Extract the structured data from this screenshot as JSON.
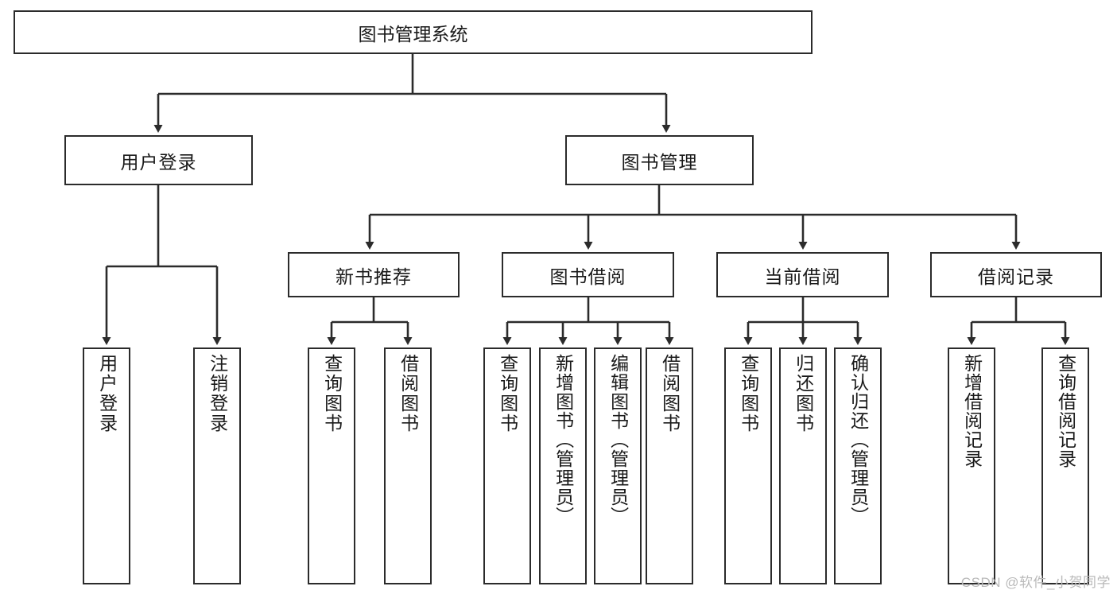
{
  "diagram": {
    "title": "图书管理系统",
    "type": "tree",
    "watermark": "CSDN @软件_小贺同学",
    "colors": {
      "stroke": "#2b2b2b",
      "fill": "#ffffff",
      "text": "#1a1a1a",
      "watermark": "#b9b9b9"
    },
    "nodes": {
      "root": {
        "label": "图书管理系统"
      },
      "level2": [
        {
          "label": "用户登录"
        },
        {
          "label": "图书管理"
        }
      ],
      "level3": [
        {
          "label": "新书推荐"
        },
        {
          "label": "图书借阅"
        },
        {
          "label": "当前借阅"
        },
        {
          "label": "借阅记录"
        }
      ],
      "leaves": {
        "user_login": [
          {
            "label": "用户登录"
          },
          {
            "label": "注销登录"
          }
        ],
        "new_book": [
          {
            "label": "查询图书"
          },
          {
            "label": "借阅图书"
          }
        ],
        "book_borrow": [
          {
            "label": "查询图书"
          },
          {
            "label": "新增图书（管理员）"
          },
          {
            "label": "编辑图书（管理员）"
          },
          {
            "label": "借阅图书"
          }
        ],
        "current_borrow": [
          {
            "label": "查询图书"
          },
          {
            "label": "归还图书"
          },
          {
            "label": "确认归还（管理员）"
          }
        ],
        "borrow_record": [
          {
            "label": "新增借阅记录"
          },
          {
            "label": "查询借阅记录"
          }
        ]
      }
    }
  }
}
